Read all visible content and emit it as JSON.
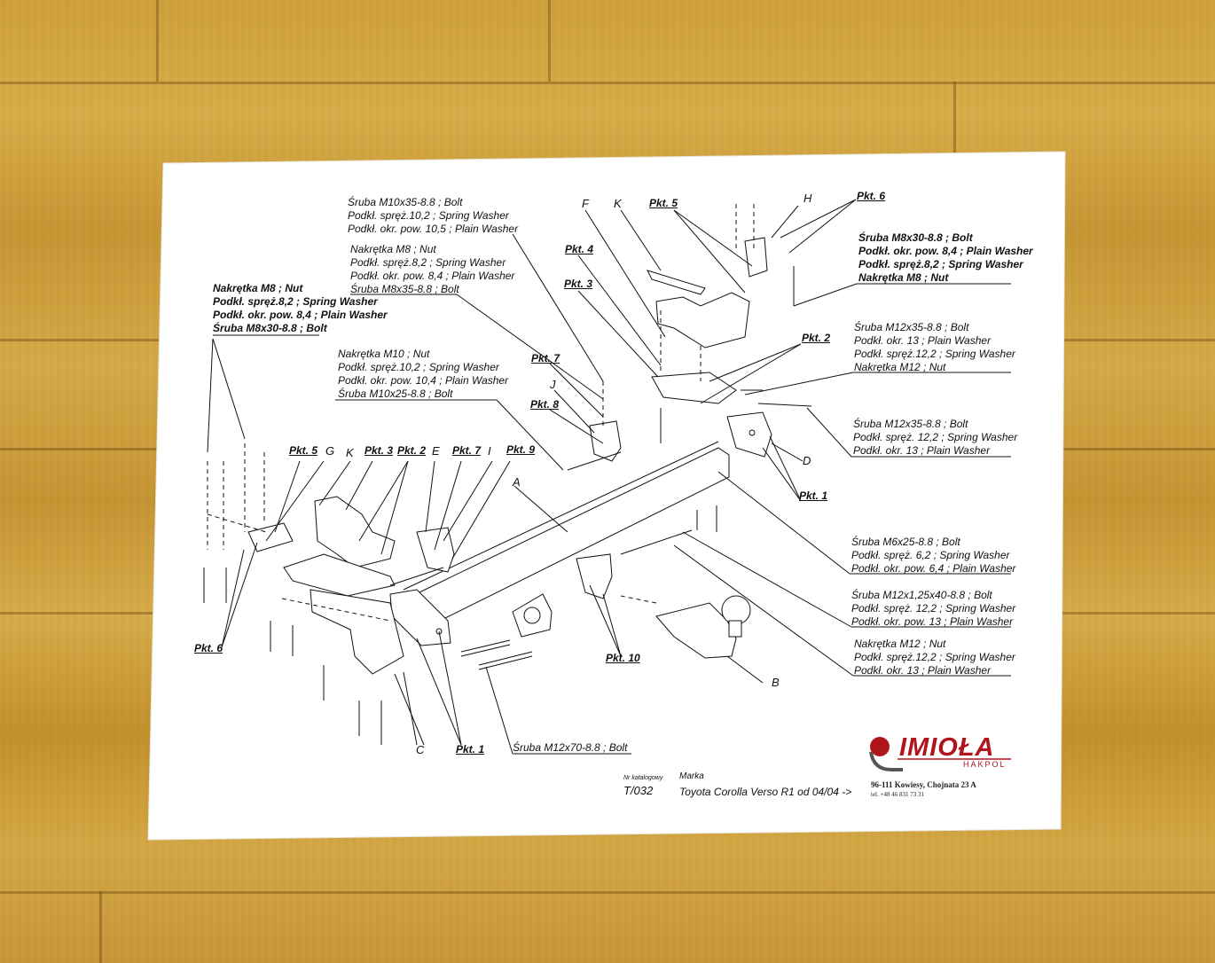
{
  "labels_left": {
    "group1": [
      "Nakrętka  M8 ; Nut",
      "Podkł. spręż.8,2 ; Spring Washer",
      "Podkł. okr. pow. 8,4 ; Plain Washer",
      "Śruba M8x30-8.8 ;  Bolt"
    ]
  },
  "labels_top": {
    "group_m10x35": [
      "Śruba M10x35-8.8 ;  Bolt",
      "Podkł. spręż.10,2 ; Spring Washer",
      "Podkł. okr. pow. 10,5 ; Plain Washer"
    ],
    "group_m8x35": [
      "Nakrętka  M8 ; Nut",
      "Podkł. spręż.8,2 ; Spring Washer",
      "Podkł. okr. pow. 8,4 ; Plain Washer",
      "Śruba M8x35-8.8 ;  Bolt"
    ],
    "group_m10x25": [
      "Nakrętka  M10 ; Nut",
      "Podkł. spręż.10,2 ; Spring Washer",
      "Podkł. okr. pow. 10,4 ; Plain Washer",
      "Śruba M10x25-8.8 ;  Bolt"
    ]
  },
  "labels_right": {
    "group_m8x30": [
      "Śruba M8x30-8.8 ;  Bolt",
      "Podkł. okr. pow. 8,4 ; Plain Washer",
      "Podkł. spręż.8,2 ; Spring Washer",
      "Nakrętka  M8 ; Nut"
    ],
    "group_m12x35a": [
      "Śruba M12x35-8.8 ;  Bolt",
      "Podkł. okr. 13 ; Plain Washer",
      "Podkł. spręż.12,2 ; Spring Washer",
      "Nakrętka  M12 ; Nut"
    ],
    "group_m12x35b": [
      "Śruba M12x35-8.8 ;  Bolt",
      "Podkł. spręż. 12,2 ; Spring Washer",
      "Podkł. okr. 13 ; Plain Washer"
    ],
    "group_m6x25": [
      "Śruba M6x25-8.8 ;  Bolt",
      "Podkł. spręż. 6,2 ; Spring Washer",
      "Podkł. okr. pow. 6,4 ; Plain Washer"
    ],
    "group_m12x125": [
      "Śruba M12x1,25x40-8.8 ;  Bolt",
      "Podkł. spręż. 12,2 ; Spring Washer",
      "Podkł. okr. pow. 13 ; Plain Washer"
    ],
    "group_m12nut": [
      "Nakrętka  M12 ; Nut",
      "Podkł. spręż.12,2 ; Spring Washer",
      "Podkł. okr. 13 ; Plain Washer"
    ]
  },
  "bottom_bolt": "Śruba M12x70-8.8 ;  Bolt",
  "pkt": {
    "pkt1": "Pkt. 1",
    "pkt2": "Pkt. 2",
    "pkt3": "Pkt. 3",
    "pkt4": "Pkt. 4",
    "pkt5": "Pkt. 5",
    "pkt6": "Pkt. 6",
    "pkt7": "Pkt. 7",
    "pkt8": "Pkt. 8",
    "pkt9": "Pkt. 9",
    "pkt10": "Pkt. 10"
  },
  "letters": {
    "A": "A",
    "B": "B",
    "C": "C",
    "D": "D",
    "E": "E",
    "F": "F",
    "G": "G",
    "H": "H",
    "I": "I",
    "J": "J",
    "K": "K"
  },
  "footer": {
    "catalog_label": "Nr katalogowy",
    "catalog_number": "T/032",
    "make_label": "Marka",
    "make_value": "Toyota Corolla Verso R1   od  04/04 ->",
    "logo": "IMIOŁA",
    "logo_sub": "HAKPOL",
    "address": "96-111 Kowiesy, Chojnata 23 A",
    "phone": "tel. +48 46 831 73 31"
  },
  "colors": {
    "paper": "#ffffff",
    "ink": "#111111",
    "logo_red": "#b0141c",
    "floor": "#d0a340"
  }
}
